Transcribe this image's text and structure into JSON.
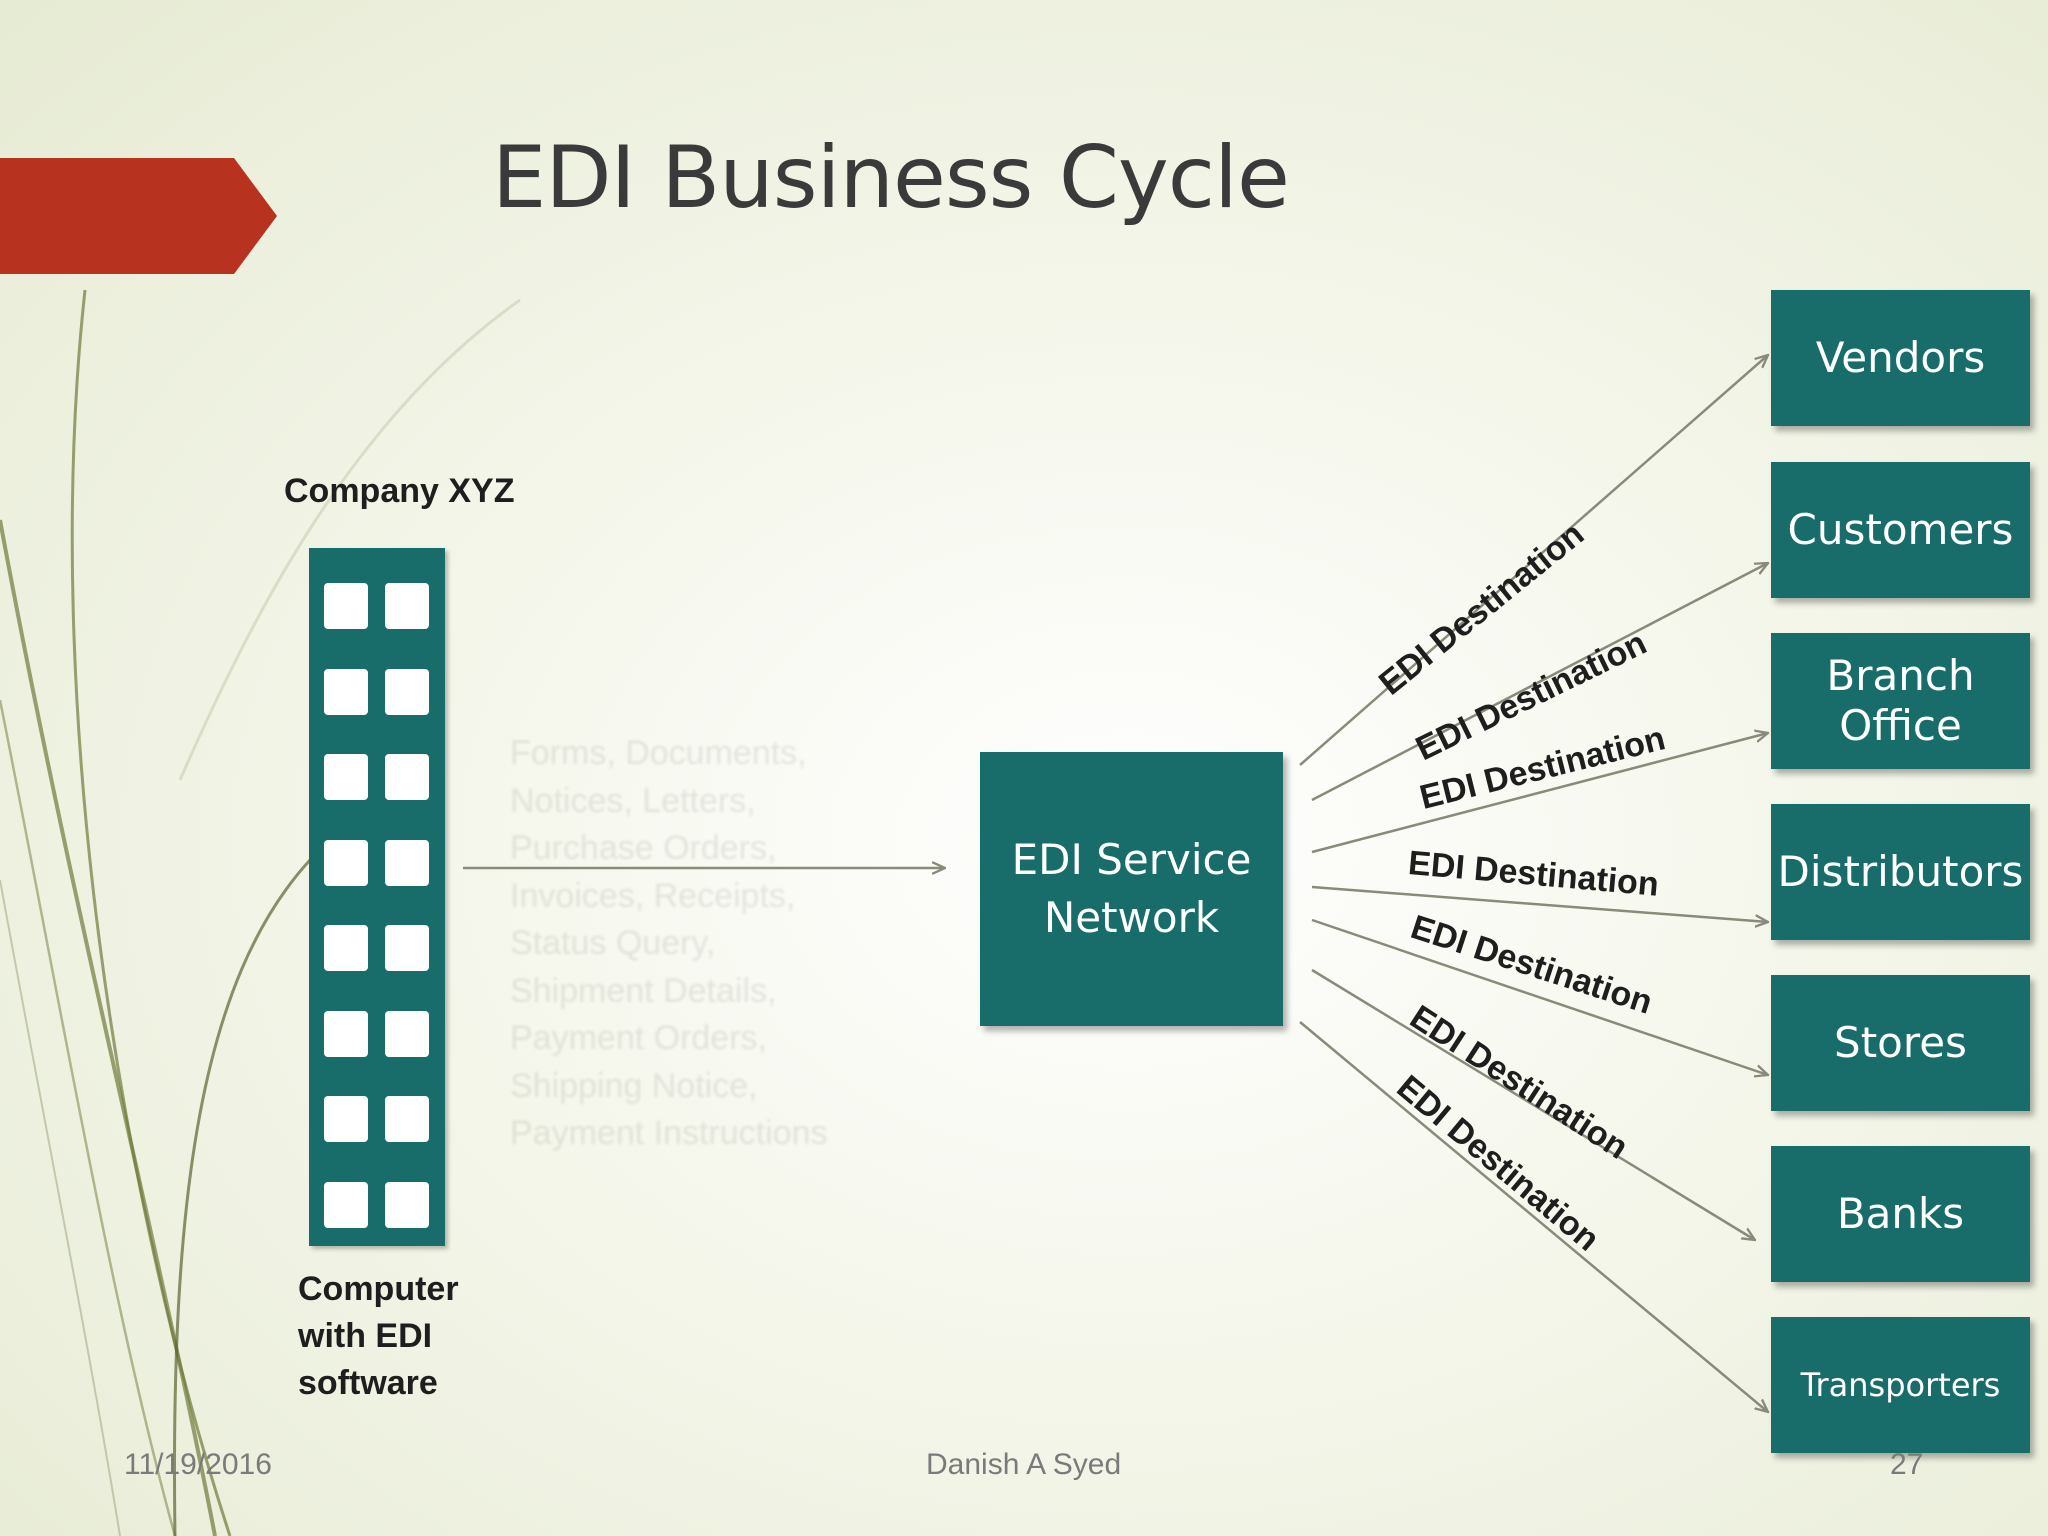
{
  "title": "EDI Business Cycle",
  "source": {
    "company": "Company XYZ",
    "computer_lines": [
      "Computer",
      "with EDI",
      "software"
    ]
  },
  "documents": [
    "Forms, Documents,",
    "Notices, Letters,",
    "Purchase Orders,",
    "Invoices, Receipts,",
    "Status Query,",
    "Shipment Details,",
    "Payment Orders,",
    "Shipping Notice,",
    "Payment Instructions"
  ],
  "hub": {
    "lines": [
      "EDI Service",
      "Network"
    ]
  },
  "edge_label": "EDI Destination",
  "destinations": [
    {
      "label": "Vendors"
    },
    {
      "label": "Customers"
    },
    {
      "label": "Branch Office"
    },
    {
      "label": "Distributors"
    },
    {
      "label": "Stores"
    },
    {
      "label": "Banks"
    },
    {
      "label": "Transporters"
    }
  ],
  "footer": {
    "date": "11/19/2016",
    "author": "Danish A Syed",
    "page": "27"
  },
  "colors": {
    "box": "#186c6a",
    "accent": "#b83220",
    "background": "#f4f6ea",
    "line": "#8a8a7a"
  }
}
